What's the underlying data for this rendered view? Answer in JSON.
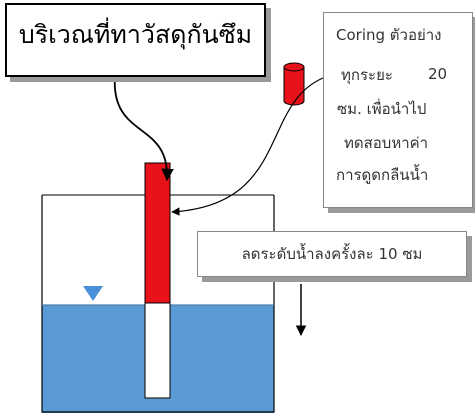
{
  "labels": {
    "seal_area": "บริเวณที่ทาวัสดุกันซึม",
    "coring_lines": [
      "Coring ตัวอย่าง",
      "ทุกระยะ",
      "20",
      "ซม. เพื่อนำไป",
      "ทดสอบหาค่า",
      "การดูดกลืนน้ำ"
    ],
    "water_level_step": "ลดระดับน้ำลงครั้งละ 10 ซม"
  },
  "colors": {
    "sample_red": "#e8121a",
    "water_blue": "#5b9bd5",
    "water_marker": "#4a90d9",
    "shadow": "#9a9a9a"
  },
  "icons": [
    "water-level-triangle-icon",
    "down-arrow-icon",
    "core-sample-cylinder-icon"
  ]
}
